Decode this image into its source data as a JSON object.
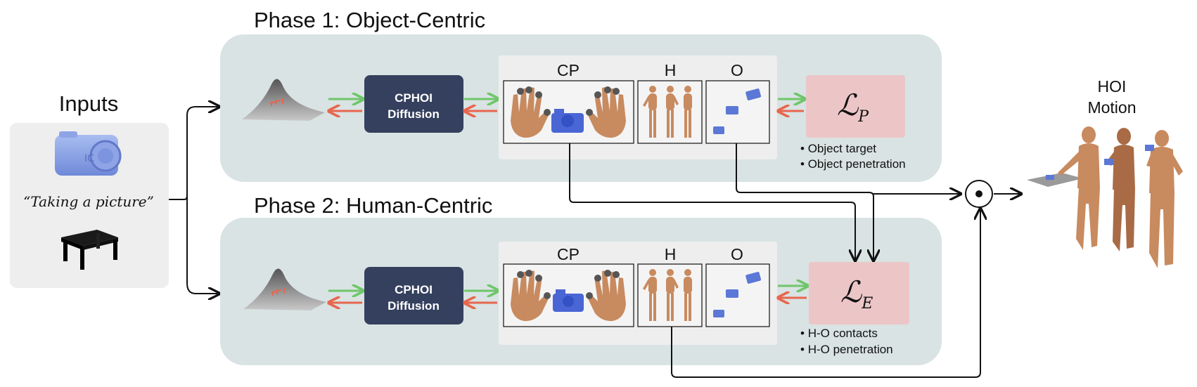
{
  "inputs": {
    "title": "Inputs",
    "prompt": "“Taking a picture”"
  },
  "phase1": {
    "title": "Phase 1: Object-Centric",
    "block": {
      "line1": "CPHOI",
      "line2": "Diffusion"
    },
    "columns": [
      "CP",
      "H",
      "O"
    ],
    "loss": {
      "symbol": "ℒ",
      "subscript": "P"
    },
    "bullets": [
      "Object target",
      "Object penetration"
    ]
  },
  "phase2": {
    "title": "Phase 2: Human-Centric",
    "block": {
      "line1": "CPHOI",
      "line2": "Diffusion"
    },
    "columns": [
      "CP",
      "H",
      "O"
    ],
    "loss": {
      "symbol": "ℒ",
      "subscript": "E"
    },
    "bullets": [
      "H-O contacts",
      "H-O penetration"
    ]
  },
  "output": {
    "title_line1": "HOI",
    "title_line2": "Motion",
    "operator": "⊙"
  },
  "colors": {
    "phase_panel": "#d9e3e3",
    "inputs_panel": "#eeeeee",
    "block": "#35405e",
    "loss_box": "#ecc6c7",
    "arrow_green": "#6fc66a",
    "arrow_red": "#e8664d",
    "object_blue": "#5b78d6",
    "skin": "#c88a5f"
  }
}
